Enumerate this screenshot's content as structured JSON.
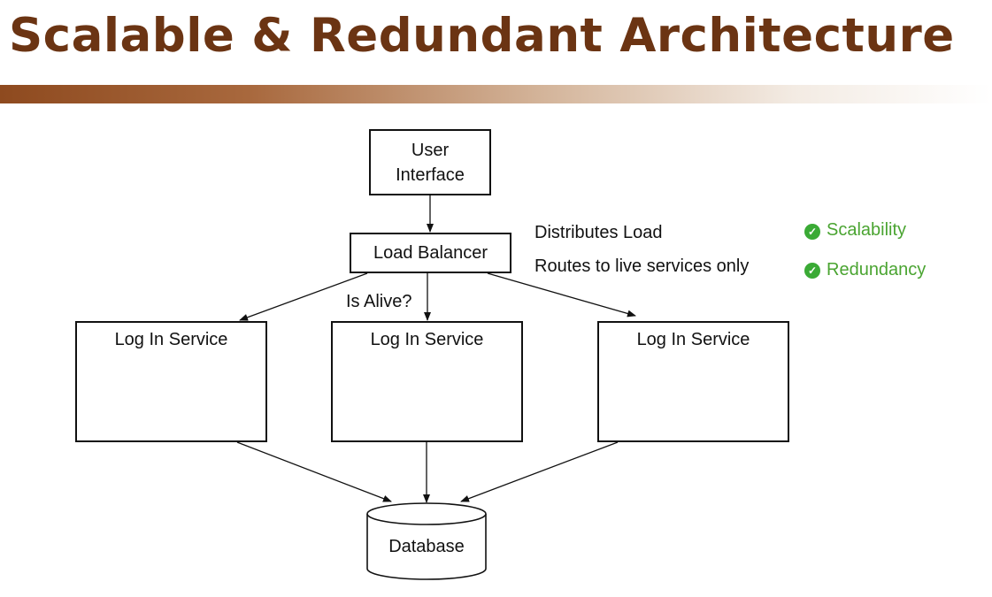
{
  "slide": {
    "title": "Scalable & Redundant Architecture"
  },
  "diagram": {
    "user_interface": {
      "line1": "User",
      "line2": "Interface"
    },
    "load_balancer": "Load Balancer",
    "is_alive": "Is Alive?",
    "services": [
      "Log In Service",
      "Log In Service",
      "Log In Service"
    ],
    "database": "Database",
    "lb_notes": [
      "Distributes Load",
      "Routes to live services only"
    ],
    "benefits": [
      "Scalability",
      "Redundancy"
    ]
  },
  "colors": {
    "title": "#6b3413",
    "benefit_text": "#4aa431",
    "check_icon": "#3aaa35"
  }
}
